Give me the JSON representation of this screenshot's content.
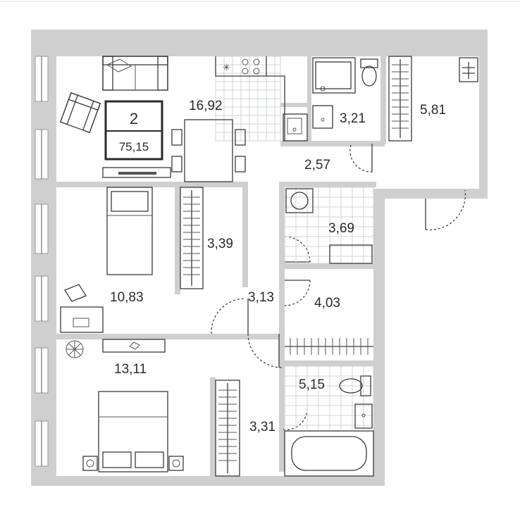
{
  "badge": {
    "rooms": "2",
    "area": "75,15"
  },
  "rooms": [
    {
      "id": "kitchen-living",
      "area": "16,92"
    },
    {
      "id": "bath-top",
      "area": "3,21"
    },
    {
      "id": "storage-top",
      "area": "5,81"
    },
    {
      "id": "hall",
      "area": "2,57"
    },
    {
      "id": "laundry",
      "area": "3,69"
    },
    {
      "id": "wardrobe-bedroom1",
      "area": "3,39"
    },
    {
      "id": "bedroom1",
      "area": "10,83"
    },
    {
      "id": "corridor",
      "area": "3,13"
    },
    {
      "id": "closet",
      "area": "4,03"
    },
    {
      "id": "bedroom2",
      "area": "13,11"
    },
    {
      "id": "bathroom",
      "area": "5,15"
    },
    {
      "id": "wardrobe-bedroom2",
      "area": "3,31"
    }
  ],
  "colors": {
    "wall": "#cfcfcf",
    "line": "#3a3a3a",
    "tile": "#cfd6d9",
    "background": "#ffffff"
  },
  "icons": [
    "stove-icon",
    "sink-icon",
    "toilet-icon",
    "washing-machine-icon",
    "bathtub-icon",
    "sofa-icon",
    "armchair-icon",
    "bed-icon",
    "plant-icon",
    "tv-icon",
    "dining-table-icon",
    "wardrobe-icon",
    "electrical-panel-icon"
  ]
}
